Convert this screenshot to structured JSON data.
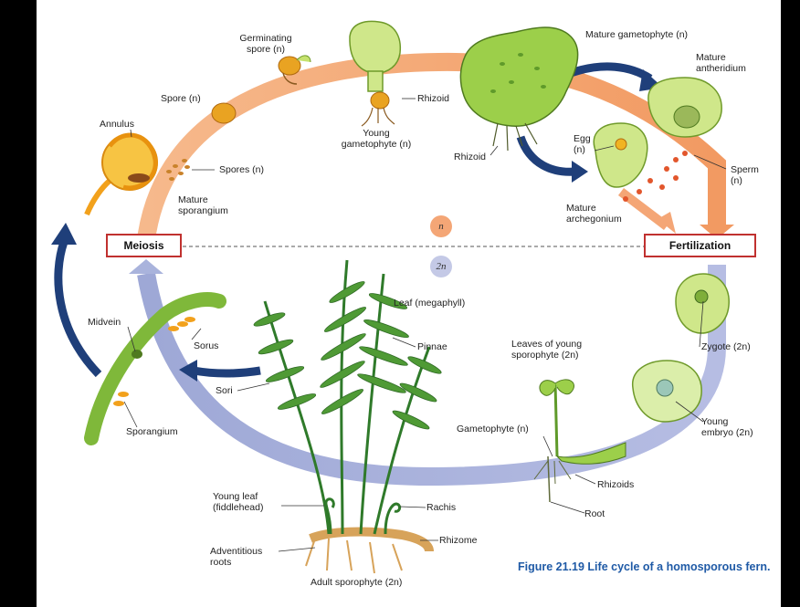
{
  "labels": {
    "germinating_spore": "Germinating spore (n)",
    "spore": "Spore (n)",
    "annulus": "Annulus",
    "spores": "Spores (n)",
    "mature_sporangium": "Mature sporangium",
    "rhizoid_top": "Rhizoid",
    "young_gametophyte": "Young gametophyte (n)",
    "rhizoid_mid": "Rhizoid",
    "mature_gametophyte": "Mature gametophyte (n)",
    "mature_antheridium": "Mature antheridium",
    "egg": "Egg (n)",
    "sperm": "Sperm (n)",
    "mature_archegonium": "Mature archegonium",
    "meiosis": "Meiosis",
    "fertilization": "Fertilization",
    "haploid": "n",
    "diploid": "2n",
    "midvein": "Midvein",
    "sorus": "Sorus",
    "sori": "Sori",
    "sporangium": "Sporangium",
    "leaf": "Leaf (megaphyll)",
    "pinnae": "Pinnae",
    "leaves_young_sporophyte": "Leaves of young sporophyte (2n)",
    "zygote": "Zygote (2n)",
    "young_embryo": "Young embryo (2n)",
    "gametophyte": "Gametophyte (n)",
    "rhizoids": "Rhizoids",
    "root": "Root",
    "young_leaf": "Young leaf (fiddlehead)",
    "rachis": "Rachis",
    "rhizome": "Rhizome",
    "adventitious_roots": "Adventitious roots",
    "adult_sporophyte": "Adult sporophyte (2n)"
  },
  "caption": "Figure 21.19 Life cycle of a homosporous fern.",
  "colors": {
    "haploid_arrow": "#f4a676",
    "diploid_arrow": "#a9b3dc",
    "dark_arrow": "#1f3f7a",
    "box_border": "#c0312f",
    "caption": "#1f5aa6",
    "plant_green": "#9ccf4a",
    "sporangium_orange": "#f2a11c"
  }
}
